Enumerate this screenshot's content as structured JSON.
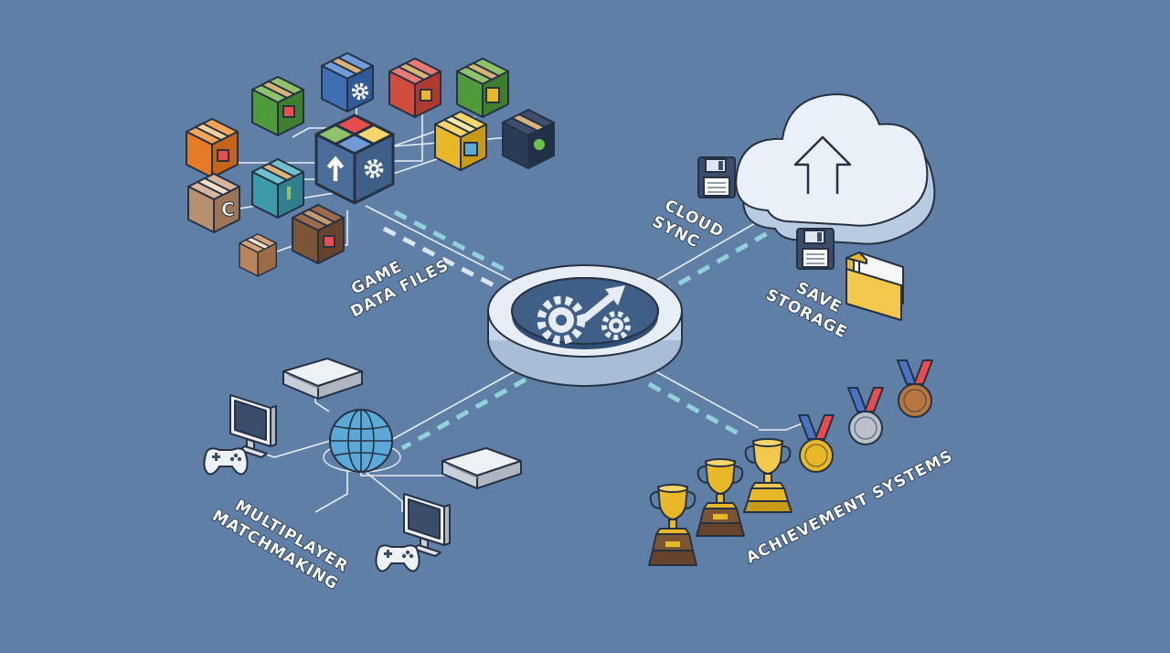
{
  "labels": {
    "game_data_1": "GAME",
    "game_data_2": "DATA FILES",
    "cloud_1": "CLOUD",
    "cloud_2": "SYNC",
    "save_1": "SAVE",
    "save_2": "STORAGE",
    "multi_1": "MULTIPLAYER",
    "multi_2": "MATCHMAKING",
    "achievements": "ACHIEVEMENT SYSTEMS"
  },
  "colors": {
    "background": "#5f7fa6",
    "hub": "#dfe8f3",
    "hub_face": "#3f5f86",
    "cloud": "#e8eef7",
    "dash_teal": "#8fd3d8",
    "gold": "#e8b829",
    "silver": "#b9c1cc",
    "bronze": "#b8773f"
  },
  "icons": {
    "hub": "gears-arrow-icon",
    "cloud": "cloud-upload-icon",
    "floppy": "floppy-disk-icon",
    "folder": "folder-icon",
    "globe": "globe-icon",
    "console": "game-console-icon",
    "monitor": "monitor-icon",
    "controller": "gamepad-icon",
    "trophy": "trophy-icon",
    "medal": "medal-icon",
    "package": "package-box-icon"
  }
}
